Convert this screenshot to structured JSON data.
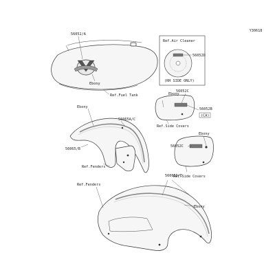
{
  "diagram": {
    "drawing_id": "Y30618",
    "parts": {
      "tank_decal": "56052/A",
      "air_cleaner_decal": "56052D",
      "side_cover_decal_upper": "56052C",
      "side_cover_decal_upper_b": "56052B",
      "side_cover_decal_upper_b_note": "(CA)",
      "side_cover_decal_lower": "56052C",
      "front_fender_decal_a": "56065A/C",
      "front_fender_decal_b": "56065/B",
      "rear_fender_decal": "56065D/E"
    },
    "refs": {
      "air_cleaner": "Ref.Air Cleaner",
      "air_cleaner_note": "(RH SIDE ONLY)",
      "fuel_tank": "Ref.Fuel Tank",
      "side_covers_upper": "Ref.Side Covers",
      "side_covers_lower": "Ref.Side Covers",
      "fenders_front": "Ref.Fenders",
      "fenders_rear": "Ref.Fenders"
    },
    "colors": {
      "ebony_tank": "Ebony",
      "ebony_side_cover": "Ebony",
      "ebony_side_cover_lower": "Ebony",
      "ebony_front_fender": "Ebony",
      "ebony_rear_fender": "Ebony"
    }
  }
}
